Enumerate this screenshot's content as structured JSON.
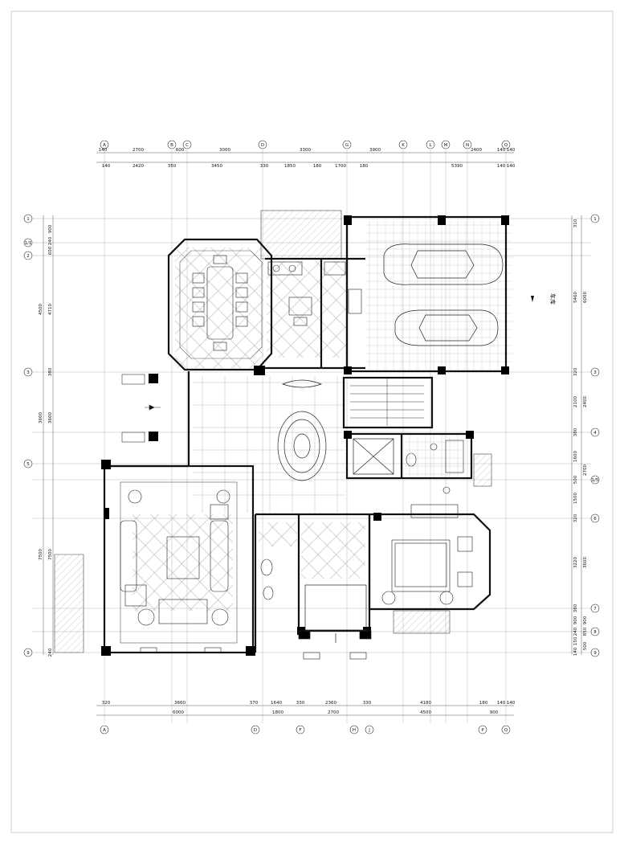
{
  "top_grid": [
    "A",
    "B",
    "C",
    "D",
    "G",
    "K",
    "L",
    "M",
    "N",
    "Q"
  ],
  "bottom_grid": [
    "A",
    "D",
    "F",
    "H",
    "J",
    "P",
    "Q"
  ],
  "left_grid": [
    "1",
    "1/1",
    "2",
    "3",
    "5",
    "9"
  ],
  "right_grid": [
    "1",
    "3",
    "4",
    "1/5",
    "6",
    "7",
    "8",
    "9"
  ],
  "top_dims_outer": [
    "140",
    "2700",
    "600",
    "3000",
    "3300",
    "3900",
    "2400",
    "140",
    "140"
  ],
  "top_dims_inner": [
    "140",
    "2420",
    "350",
    "3450",
    "330",
    "1850",
    "180",
    "1700",
    "180",
    "5390",
    "140",
    "140"
  ],
  "bottom_dims_inner": [
    "320",
    "3660",
    "370",
    "1640",
    "330",
    "2360",
    "330",
    "4180",
    "180",
    "140",
    "140"
  ],
  "bottom_dims_outer": [
    "6000",
    "1800",
    "2700",
    "4500",
    "900"
  ],
  "left_dims_inner": [
    "900",
    "240",
    "600",
    "4710",
    "380",
    "3600",
    "7500",
    "240"
  ],
  "left_dims_outer": [
    "4500",
    "3600",
    "7500"
  ],
  "right_dims_inner": [
    "310",
    "5460",
    "320",
    "2100",
    "380",
    "1600",
    "500",
    "1500",
    "320",
    "3220",
    "380",
    "900",
    "240",
    "150",
    "140"
  ],
  "right_dims_outer": [
    "6000",
    "2400",
    "2700",
    "3600",
    "900",
    "850",
    "500"
  ],
  "garage_label": "车库",
  "colors": {
    "line": "#222222",
    "wall": "#000000",
    "light": "#777777"
  }
}
